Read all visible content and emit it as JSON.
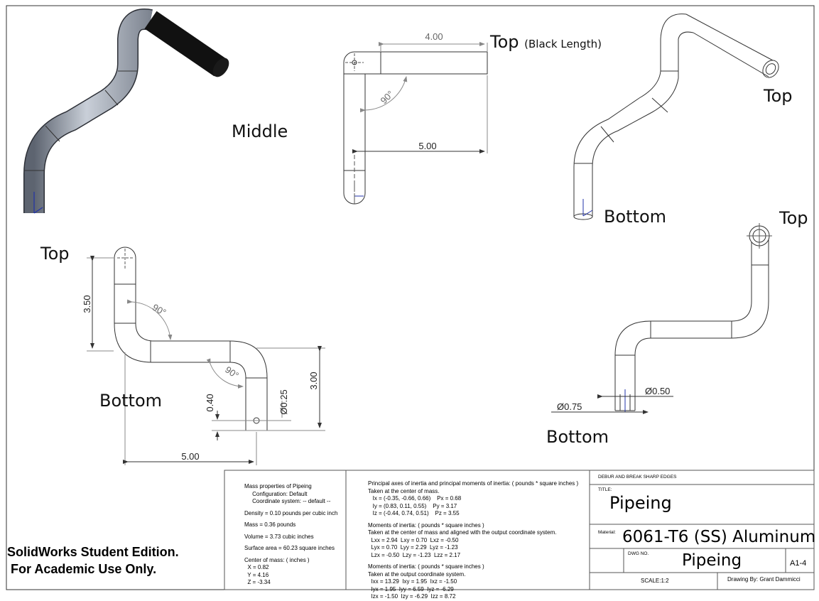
{
  "view_labels": {
    "middle": "Middle",
    "top_black": "Top",
    "black_length": "(Black Length)",
    "top_iso_right": "Top",
    "bottom_iso_right": "Bottom",
    "top_front": "Top",
    "bottom_front": "Bottom",
    "top_right_view": "Top",
    "bottom_right_view": "Bottom"
  },
  "dimensions": {
    "top_length": "4.00",
    "top_width": "5.00",
    "top_angle": "90°",
    "front_height": "3.50",
    "front_angle_1": "90°",
    "front_angle_2": "90°",
    "front_height_2": "3.00",
    "front_offset": "0.40",
    "front_dia": "Ø0.25",
    "front_width": "5.00",
    "outer_dia": "Ø0.75",
    "inner_dia": "Ø0.50"
  },
  "mass_properties": {
    "lines": [
      "Mass properties of Pipeing",
      "     Configuration: Default",
      "     Coordinate system: -- default --",
      "",
      "Density = 0.10 pounds per cubic inch",
      "",
      "Mass = 0.36 pounds",
      "",
      "Volume = 3.73 cubic inches",
      "",
      "Surface area = 60.23 square inches",
      "",
      "Center of mass: ( inches )",
      "  X = 0.82",
      "  Y = 4.16",
      "  Z = -3.34"
    ]
  },
  "inertia": {
    "lines": [
      "Principal axes of inertia and principal moments of inertia: ( pounds * square inches )",
      "Taken at the center of mass.",
      "   Ix = (-0.35, -0.66, 0.66)    Px = 0.68",
      "   Iy = (0.83, 0.11, 0.55)    Py = 3.17",
      "   Iz = (-0.44, 0.74, 0.51)    Pz = 3.55",
      "",
      "Moments of inertia: ( pounds * square inches )",
      "Taken at the center of mass and aligned with the output coordinate system.",
      "  Lxx = 2.94  Lxy = 0.70  Lxz = -0.50",
      "  Lyx = 0.70  Lyy = 2.29  Lyz = -1.23",
      "  Lzx = -0.50  Lzy = -1.23  Lzz = 2.17",
      "",
      "Moments of inertia: ( pounds * square inches )",
      "Taken at the output coordinate system.",
      "  Ixx = 13.29  Ixy = 1.95  Ixz = -1.50",
      "  Iyx = 1.95  Iyy = 6.59  Iyz = -6.29",
      "  Izx = -1.50  Izy = -6.29  Izz = 8.72"
    ]
  },
  "title_block": {
    "note": "DEBUR AND BREAK SHARP EDGES",
    "title_caption": "TITLE:",
    "title": "Pipeing",
    "material_caption": "Material:",
    "material": "6061-T6 (SS) Aluminum",
    "dwg_caption": "DWG NO.",
    "dwg_no": "Pipeing",
    "sheet": "A1-4",
    "scale": "SCALE:1:2",
    "drawn_by": "Drawing By: Grant Dammicci"
  },
  "watermark": {
    "line1": "SolidWorks Student Edition.",
    "line2": " For Academic Use Only."
  }
}
